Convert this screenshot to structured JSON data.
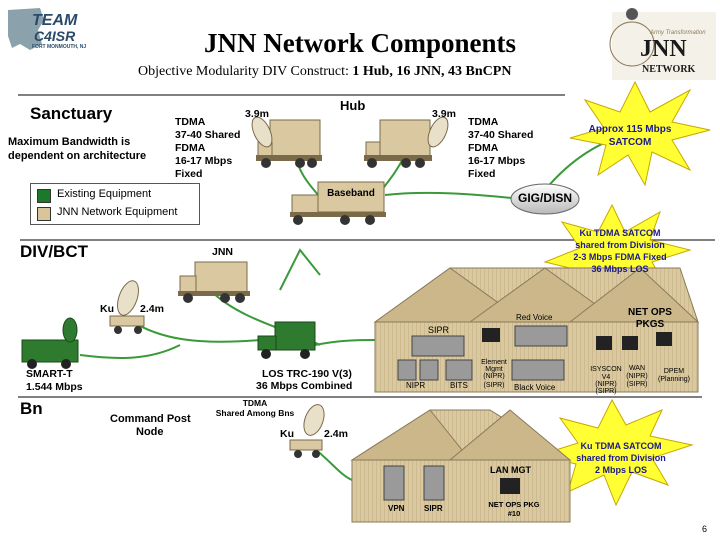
{
  "header": {
    "logo_team": "TEAM",
    "logo_c4isr": "C4ISR",
    "logo_location": "FORT MONMOUTH, NJ",
    "title": "JNN Network Components",
    "subtitle_prefix": "Objective Modularity DIV Construct:",
    "subtitle_bold": "1 Hub, 16 JNN, 43 BnCPN",
    "logo_right_top": "Army Transformation",
    "logo_right_main": "JNN",
    "logo_right_sub": "NETWORK"
  },
  "sanctuary": {
    "heading": "Sanctuary",
    "note_line1": "Maximum Bandwidth is",
    "note_line2": "dependent on architecture",
    "hub_label": "Hub",
    "left_dish_size": "3.9m",
    "right_dish_size": "3.9m",
    "left_specs": [
      "TDMA",
      "37-40 Shared",
      "FDMA",
      "16-17 Mbps",
      "Fixed"
    ],
    "right_specs": [
      "TDMA",
      "37-40 Shared",
      "FDMA",
      "16-17 Mbps",
      "Fixed"
    ],
    "baseband_label": "Baseband",
    "gig_label": "GIG/DISN",
    "star1": [
      "Approx 115 Mbps",
      "SATCOM"
    ]
  },
  "legend": {
    "items": [
      {
        "label": "Existing Equipment",
        "color": "#1a7a2a"
      },
      {
        "label": "JNN Network Equipment",
        "color": "#d8c59a"
      }
    ]
  },
  "div_bct": {
    "heading": "DIV/BCT",
    "jnn_label": "JNN",
    "ku_label": "Ku",
    "ku_size": "2.4m",
    "smart_t_line1": "SMART-T",
    "smart_t_line2": "1.544 Mbps",
    "los_line1": "LOS TRC-190 V(3)",
    "los_line2": "36 Mbps Combined",
    "star2": [
      "Ku TDMA SATCOM",
      "shared from Division",
      "2-3 Mbps FDMA Fixed",
      "36 Mbps LOS"
    ],
    "tent": {
      "sipr": "SIPR",
      "red_voice": "Red Voice",
      "net_ops": [
        "NET OPS",
        "PKGS"
      ],
      "element_mgmt": [
        "Element",
        "Mgmt",
        "(NIPR)",
        "(SIPR)"
      ],
      "nipr": "NIPR",
      "bits": "BITS",
      "black_voice": "Black Voice",
      "isyscon": [
        "ISYSCON",
        "V4",
        "(NIPR)",
        "(SIPR)"
      ],
      "wan": [
        "WAN",
        "(NIPR)",
        "(SIPR)"
      ],
      "dpem": [
        "DPEM",
        "(Planning)"
      ]
    }
  },
  "bn": {
    "heading": "Bn",
    "cpn_line1": "Command Post",
    "cpn_line2": "Node",
    "tdma_line1": "TDMA",
    "tdma_line2": "Shared Among Bns",
    "ku_label": "Ku",
    "ku_size": "2.4m",
    "star3": [
      "Ku TDMA SATCOM",
      "shared from Division",
      "2 Mbps LOS"
    ],
    "tent": {
      "lan_mgt": "LAN MGT",
      "vpn": "VPN",
      "sipr": "SIPR",
      "net_ops_pkg": [
        "NET OPS PKG",
        "#10"
      ]
    }
  },
  "footer": {
    "page_number": "6"
  }
}
